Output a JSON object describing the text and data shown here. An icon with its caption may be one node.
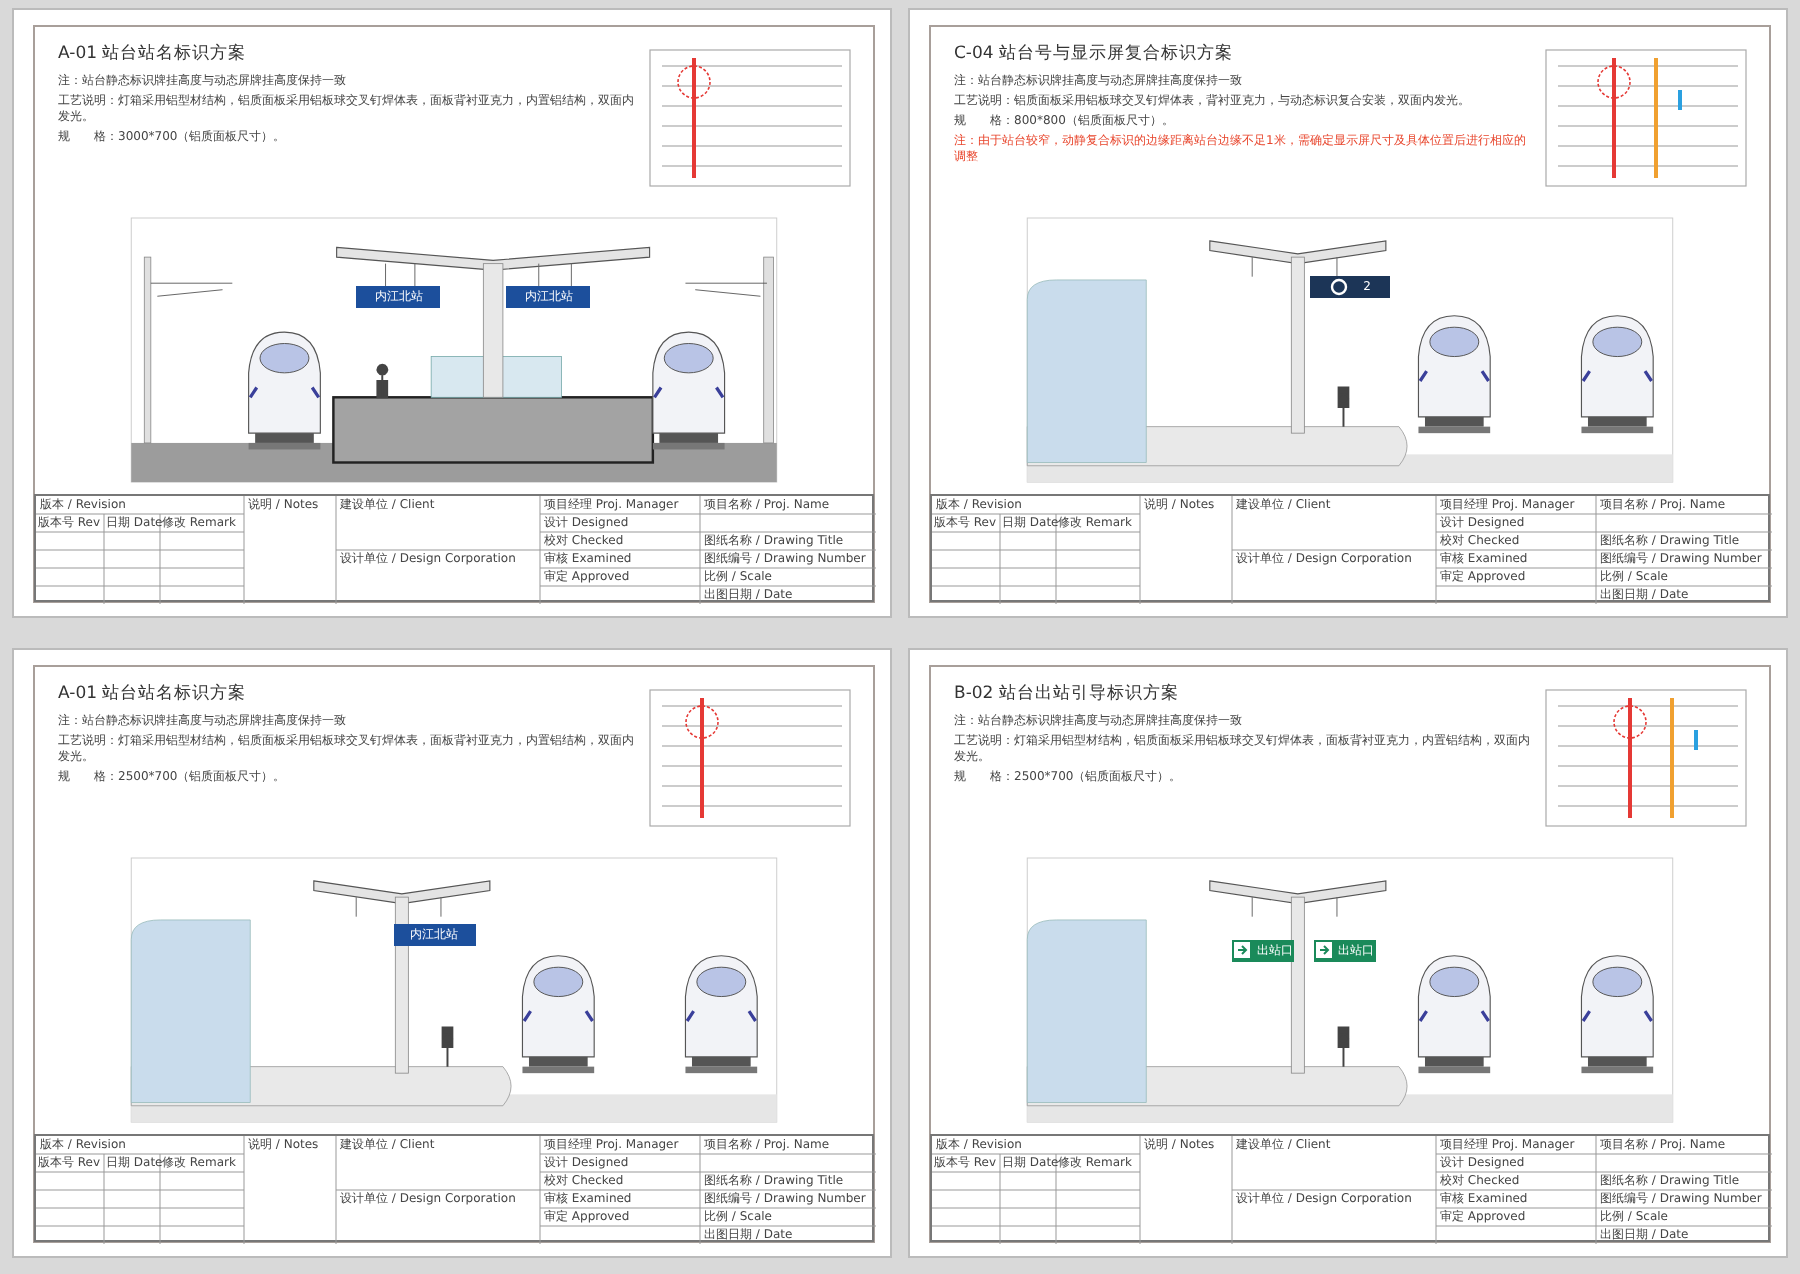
{
  "diagram": {
    "nodes": [
      {
        "text": [
          "A-01 站台站名标识方案",
          "注：站台静态标识牌挂高度与动态屏牌挂高度保持一致",
          "工艺说明：灯箱采用铝型材结构，铝质面板采用铝板球交叉钉焊体表，面板背衬亚克力，内置铝结构，双面内发光。",
          "规　　格：3000*700（铝质面板尺寸）。"
        ]
      },
      {
        "text": [
          "内江北站"
        ],
        "in": 0
      },
      {
        "text": [
          "内江北站"
        ],
        "in": 0
      },
      {
        "text": [
          "C-04 站台号与显示屏复合标识方案",
          "注：站台静态标识牌挂高度与动态屏牌挂高度保持一致",
          "工艺说明：铝质面板采用铝板球交叉钉焊体表，背衬亚克力，与动态标识复合安装，双面内发光。",
          "规　　格：800*800（铝质面板尺寸）。",
          "注：由于站台较窄，动静复合标识的边缘距离站台边缘不足1米，需确定显示屏尺寸及具体位置后进行相应的调整"
        ]
      },
      {
        "text": [
          "2"
        ],
        "in": 3
      },
      {
        "text": [
          "A-01 站台站名标识方案",
          "注：站台静态标识牌挂高度与动态屏牌挂高度保持一致",
          "工艺说明：灯箱采用铝型材结构，铝质面板采用铝板球交叉钉焊体表，面板背衬亚克力，内置铝结构，双面内发光。",
          "规　　格：2500*700（铝质面板尺寸）。"
        ]
      },
      {
        "text": [
          "内江北站"
        ],
        "in": 5
      },
      {
        "text": [
          "B-02 站台出站引导标识方案",
          "注：站台静态标识牌挂高度与动态屏牌挂高度保持一致",
          "工艺说明：灯箱采用铝型材结构，铝质面板采用铝板球交叉钉焊体表，面板背衬亚克力，内置铝结构，双面内发光。",
          "规　　格：2500*700（铝质面板尺寸）。"
        ]
      },
      {
        "text": [
          "出站口"
        ],
        "in": 7
      },
      {
        "text": [
          "出站口"
        ],
        "in": 7
      }
    ],
    "labels": [
      "版本 / Revision",
      "版本号 Rev",
      "日期 Date",
      "修改 Remark",
      "说明 / Notes",
      "建设单位 / Client",
      "设计单位 / Design Corporation",
      "项目经理 Proj. Manager",
      "设计 Designed",
      "校对 Checked",
      "审核 Examined",
      "审定 Approved",
      "项目名称 / Proj. Name",
      "图纸名称 / Drawing Title",
      "图纸编号 / Drawing Number",
      "比例 / Scale",
      "出图日期 / Date",
      "版本 / Revision",
      "版本号 Rev",
      "日期 Date",
      "修改 Remark",
      "说明 / Notes",
      "建设单位 / Client",
      "设计单位 / Design Corporation",
      "项目经理 Proj. Manager",
      "设计 Designed",
      "校对 Checked",
      "审核 Examined",
      "审定 Approved",
      "项目名称 / Proj. Name",
      "图纸名称 / Drawing Title",
      "图纸编号 / Drawing Number",
      "比例 / Scale",
      "出图日期 / Date",
      "版本 / Revision",
      "版本号 Rev",
      "日期 Date",
      "修改 Remark",
      "说明 / Notes",
      "建设单位 / Client",
      "设计单位 / Design Corporation",
      "项目经理 Proj. Manager",
      "设计 Designed",
      "校对 Checked",
      "审核 Examined",
      "审定 Approved",
      "项目名称 / Proj. Name",
      "图纸名称 / Drawing Title",
      "图纸编号 / Drawing Number",
      "比例 / Scale",
      "出图日期 / Date",
      "版本 / Revision",
      "版本号 Rev",
      "日期 Date",
      "修改 Remark",
      "说明 / Notes",
      "建设单位 / Client",
      "设计单位 / Design Corporation",
      "项目经理 Proj. Manager",
      "设计 Designed",
      "校对 Checked",
      "审核 Examined",
      "审定 Approved",
      "项目名称 / Proj. Name",
      "图纸名称 / Drawing Title",
      "图纸编号 / Drawing Number",
      "比例 / Scale",
      "出图日期 / Date"
    ]
  }
}
